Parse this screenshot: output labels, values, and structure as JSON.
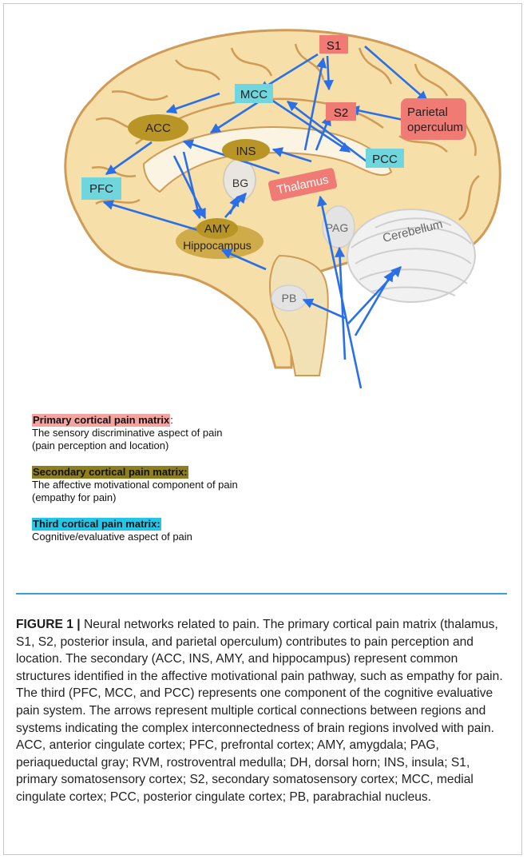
{
  "regions": {
    "s1": "S1",
    "s2": "S2",
    "parietal_1": "Parietal",
    "parietal_2": "operculum",
    "mcc": "MCC",
    "acc": "ACC",
    "ins": "INS",
    "pcc": "PCC",
    "pfc": "PFC",
    "bg": "BG",
    "thalamus": "Thalamus",
    "amy": "AMY",
    "hippocampus": "Hippocampus",
    "pag": "PAG",
    "cerebellum": "Cerebellum",
    "pb": "PB"
  },
  "colors": {
    "primary": "#f07b74",
    "secondary": "#b99525",
    "third": "#6fd6de",
    "brain": "#f6dfa9",
    "brain_outline": "#cf9b57",
    "arrow": "#2a6fe6"
  },
  "legend": {
    "primary_title": "Primary cortical pain matrix",
    "primary_colon": ":",
    "primary_line1": "The sensory discriminative aspect of pain",
    "primary_line2": "(pain perception and location)",
    "secondary_title": "Secondary cortical pain matrix:",
    "secondary_line1": "The affective motivational component of pain",
    "secondary_line2": "(empathy for pain)",
    "third_title": "Third cortical pain matrix:",
    "third_line1": "Cognitive/evaluative aspect of pain"
  },
  "caption": {
    "label": "FIGURE 1 |",
    "text": " Neural networks related to pain. The primary cortical pain matrix (thalamus, S1, S2, posterior insula, and parietal operculum) contributes to pain perception and location. The secondary (ACC, INS, AMY, and hippocampus) represent common structures identified in the affective motivational pain pathway, such as empathy for pain. The third (PFC, MCC, and PCC) represents one component of the cognitive evaluative pain system. The arrows represent multiple cortical connections between regions and systems indicating the complex interconnectedness of brain regions involved with pain. ACC, anterior cingulate cortex; PFC, prefrontal cortex; AMY, amygdala; PAG, periaqueductal gray; RVM, rostroventral medulla; DH, dorsal horn; INS, insula; S1, primary somatosensory cortex; S2, secondary somatosensory cortex; MCC, medial cingulate cortex; PCC, posterior cingulate cortex; PB, parabrachial nucleus."
  }
}
